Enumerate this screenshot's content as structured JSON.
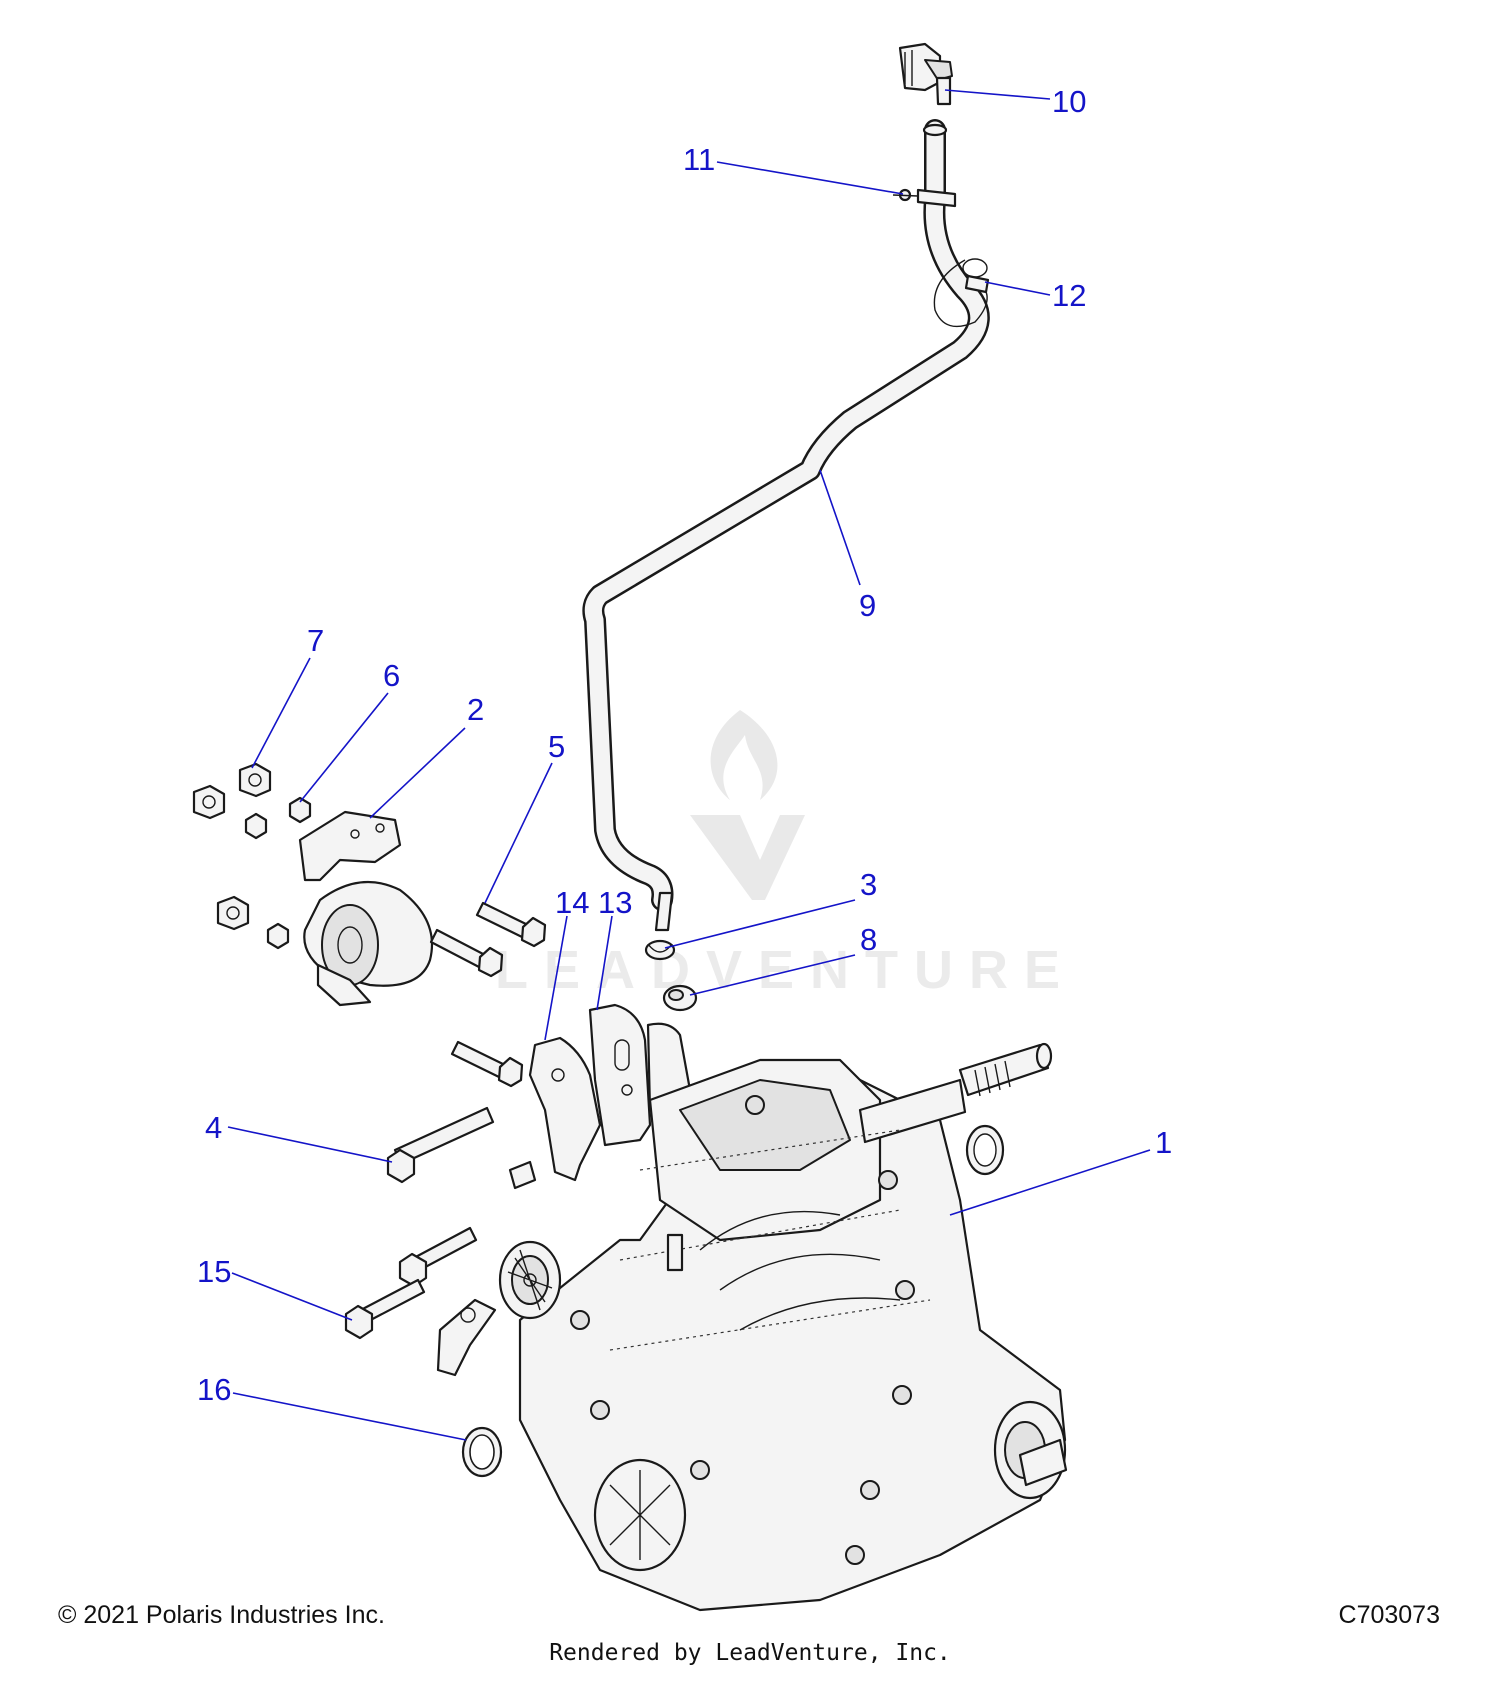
{
  "callouts": [
    {
      "id": "1",
      "label": "1"
    },
    {
      "id": "2",
      "label": "2"
    },
    {
      "id": "3",
      "label": "3"
    },
    {
      "id": "4",
      "label": "4"
    },
    {
      "id": "5",
      "label": "5"
    },
    {
      "id": "6",
      "label": "6"
    },
    {
      "id": "7",
      "label": "7"
    },
    {
      "id": "8",
      "label": "8"
    },
    {
      "id": "9",
      "label": "9"
    },
    {
      "id": "10",
      "label": "10"
    },
    {
      "id": "11",
      "label": "11"
    },
    {
      "id": "12",
      "label": "12"
    },
    {
      "id": "13",
      "label": "13"
    },
    {
      "id": "14",
      "label": "14"
    },
    {
      "id": "15",
      "label": "15"
    },
    {
      "id": "16",
      "label": "16"
    }
  ],
  "footer": {
    "copyright": "© 2021 Polaris Industries Inc.",
    "figure_code": "C703073",
    "rendered_by": "Rendered by LeadVenture, Inc."
  },
  "watermark": {
    "text": "LEADVENTURE",
    "logo": "flame-v-logo"
  },
  "colors": {
    "callout": "#1414c8",
    "line_art": "#1a1a1a",
    "watermark": "#e9e9e9"
  }
}
